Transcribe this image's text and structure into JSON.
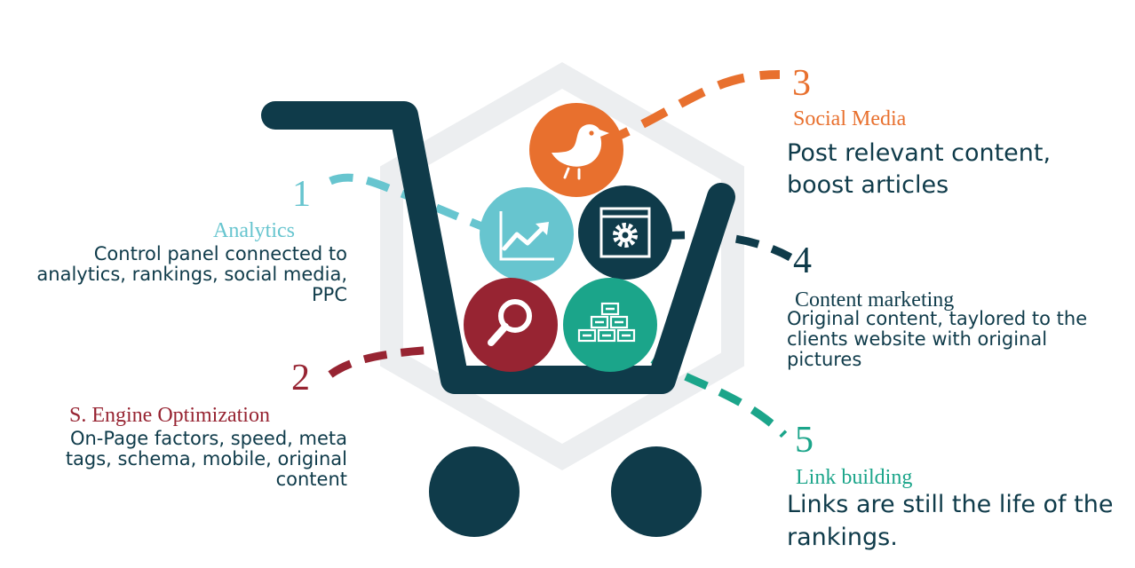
{
  "colors": {
    "cart": "#0f3b4a",
    "analytics": "#67c5cf",
    "seo": "#972432",
    "social": "#e8702e",
    "content": "#0f3b4a",
    "links": "#1ba58a",
    "watermark": "#eceef0",
    "text": "#0f3b4a"
  },
  "icons": {
    "social": "bird-icon",
    "analytics": "trend-chart-icon",
    "content": "gear-window-icon",
    "seo": "magnifier-icon",
    "links": "link-bricks-icon"
  },
  "items": {
    "analytics": {
      "number": "1",
      "title": "Analytics",
      "text": "Control panel connected to\nanalytics, rankings, social media,\nPPC"
    },
    "seo": {
      "number": "2",
      "title": "S. Engine Optimization",
      "text": "On-Page factors, speed, meta\ntags, schema, mobile, original\ncontent"
    },
    "social": {
      "number": "3",
      "title": "Social Media",
      "text": "Post relevant content,\nboost articles"
    },
    "content": {
      "number": "4",
      "title": "Content marketing",
      "text": "Original content, taylored to the\nclients website with original\npictures"
    },
    "links": {
      "number": "5",
      "title": "Link building",
      "text": "Links are still the life of the\nrankings."
    }
  }
}
